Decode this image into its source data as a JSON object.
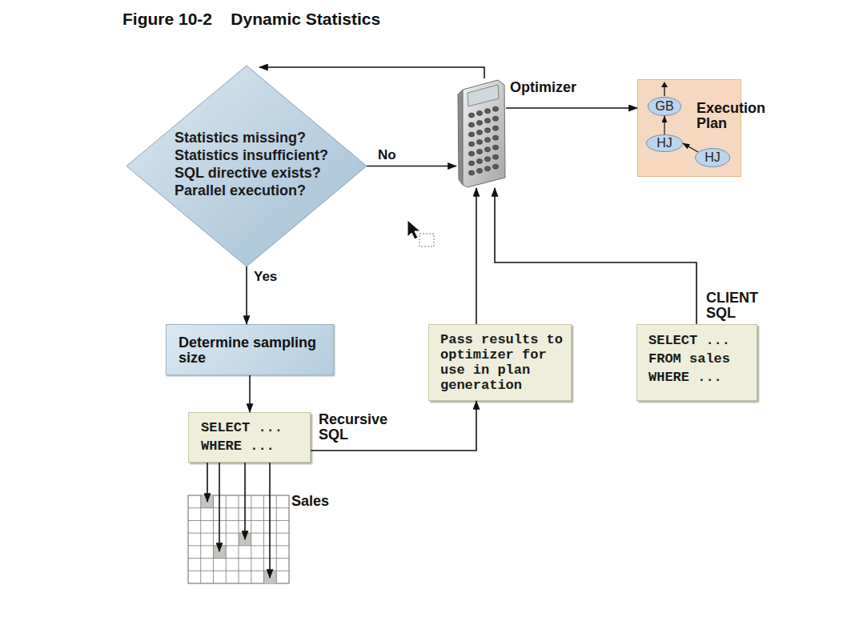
{
  "diagram": {
    "title": "Figure 10-2    Dynamic Statistics",
    "nodes": [
      {
        "text": [
          "Statistics missing?",
          "Statistics insufficient?",
          "SQL directive exists?",
          "Parallel execution?"
        ]
      },
      {
        "text": [
          "Optimizer"
        ]
      },
      {
        "text": [
          "Execution Plan"
        ]
      },
      {
        "text": [
          "GB"
        ],
        "in": 2
      },
      {
        "text": [
          "HJ"
        ],
        "in": 2
      },
      {
        "text": [
          "HJ"
        ],
        "in": 2
      },
      {
        "text": [
          "Determine sampling size"
        ]
      },
      {
        "text": [
          "Pass results to optimizer for use in plan generation"
        ]
      },
      {
        "text": [
          "SELECT ... FROM sales WHERE ...",
          "CLIENT SQL"
        ]
      },
      {
        "text": [
          "SELECT ... WHERE ...",
          "Recursive SQL"
        ]
      },
      {
        "text": [
          "Sales"
        ]
      }
    ],
    "edges": [
      {
        "from": 0,
        "to": 1,
        "label": "No",
        "arrow": "to"
      },
      {
        "from": 1,
        "to": 0,
        "arrow": "to"
      },
      {
        "from": 1,
        "to": 2,
        "arrow": "to"
      },
      {
        "from": 4,
        "to": 3,
        "arrow": "to"
      },
      {
        "from": 5,
        "to": 4,
        "arrow": "to"
      },
      {
        "from": 0,
        "to": 6,
        "label": "Yes",
        "arrow": "to"
      },
      {
        "from": 6,
        "to": 9,
        "arrow": "to"
      },
      {
        "from": 9,
        "to": 7,
        "arrow": "to"
      },
      {
        "from": 7,
        "to": 1,
        "arrow": "to"
      },
      {
        "from": 8,
        "to": 1,
        "arrow": "to"
      },
      {
        "from": 9,
        "to": 10,
        "arrow": "to"
      },
      {
        "from": 9,
        "to": 10,
        "arrow": "to"
      },
      {
        "from": 9,
        "to": 10,
        "arrow": "to"
      },
      {
        "from": 9,
        "to": 10,
        "arrow": "to"
      }
    ]
  }
}
